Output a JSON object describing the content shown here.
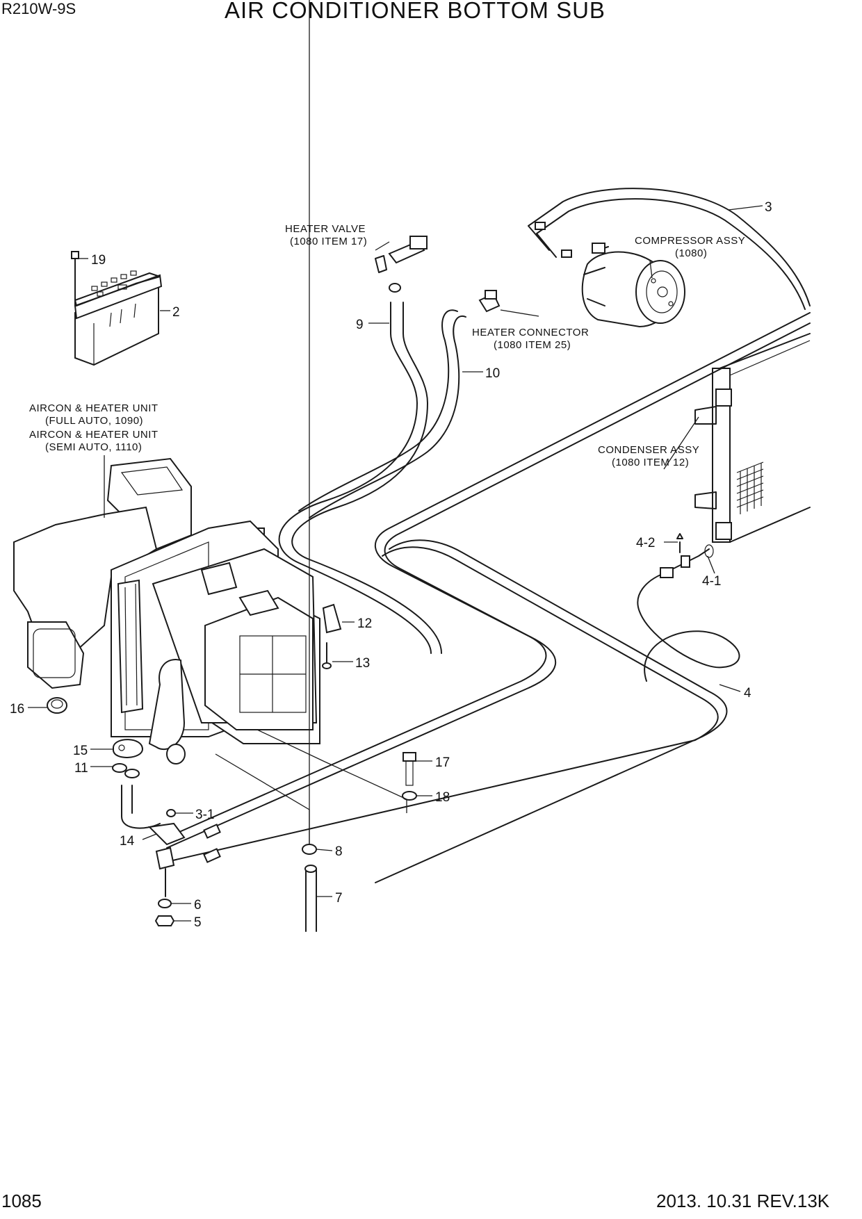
{
  "header": {
    "model": "R210W-9S",
    "title": "AIR CONDITIONER BOTTOM SUB"
  },
  "footer": {
    "page_number": "1085",
    "revision": "2013. 10.31  REV.13K"
  },
  "labels": {
    "heater_valve": [
      "HEATER VALVE",
      "(1080 ITEM 17)"
    ],
    "compressor": [
      "COMPRESSOR ASSY",
      "(1080)"
    ],
    "heater_connector": [
      "HEATER CONNECTOR",
      "(1080 ITEM 25)"
    ],
    "aircon_unit": [
      "AIRCON & HEATER UNIT",
      "(FULL AUTO, 1090)",
      "AIRCON & HEATER UNIT",
      "(SEMI AUTO, 1110)"
    ],
    "condenser": [
      "CONDENSER ASSY",
      "(1080 ITEM 12)"
    ]
  },
  "callouts": {
    "c19": "19",
    "c2": "2",
    "c3": "3",
    "c9": "9",
    "c10": "10",
    "c4_2": "4-2",
    "c4_1": "4-1",
    "c4": "4",
    "c12": "12",
    "c13": "13",
    "c16": "16",
    "c15": "15",
    "c11": "11",
    "c3_1": "3-1",
    "c14": "14",
    "c8": "8",
    "c7": "7",
    "c6": "6",
    "c5": "5",
    "c17": "17",
    "c18": "18"
  }
}
